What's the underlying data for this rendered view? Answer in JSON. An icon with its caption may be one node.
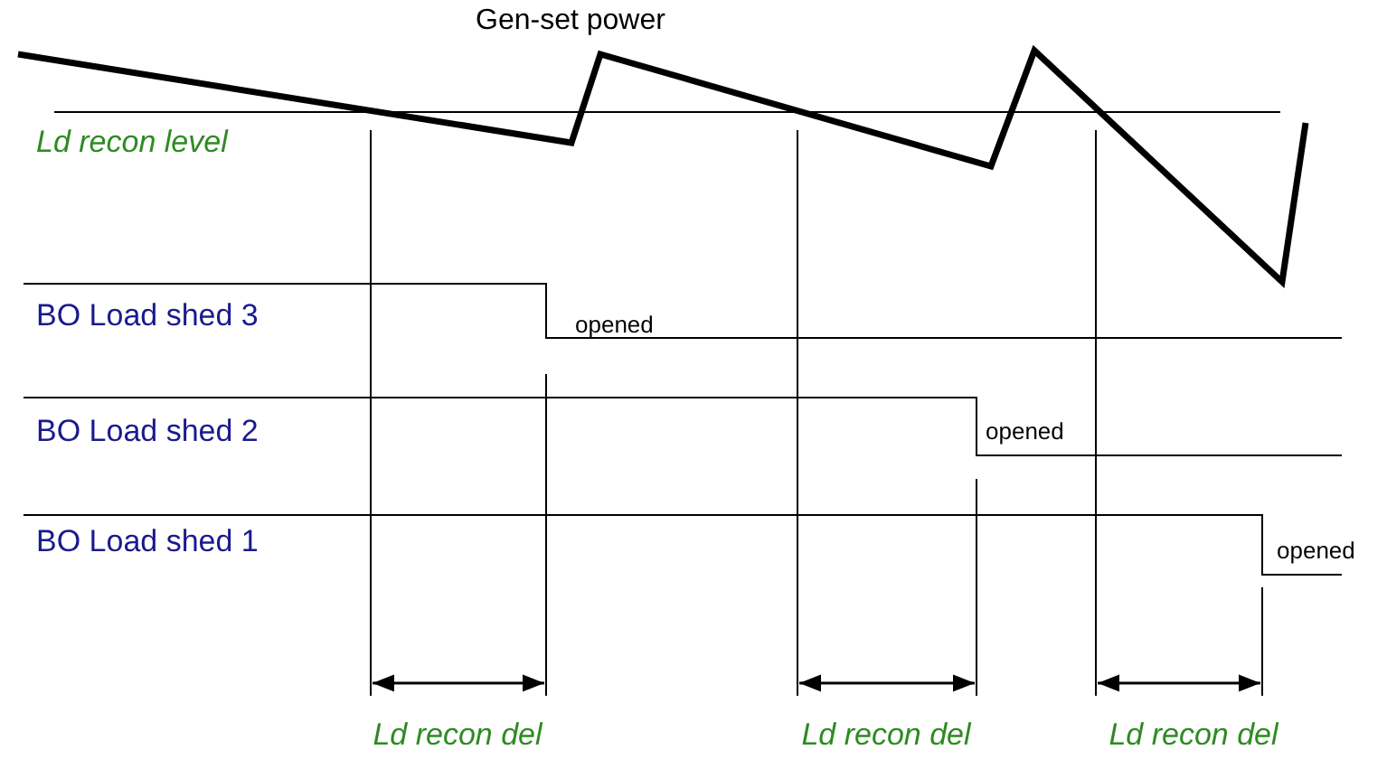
{
  "diagram": {
    "labels": [
      "Gen-set power",
      "Ld recon level",
      "BO Load shed 3",
      "opened",
      "BO Load shed 2",
      "opened",
      "BO Load shed 1",
      "opened",
      "Ld recon del",
      "Ld recon del",
      "Ld recon del"
    ]
  }
}
